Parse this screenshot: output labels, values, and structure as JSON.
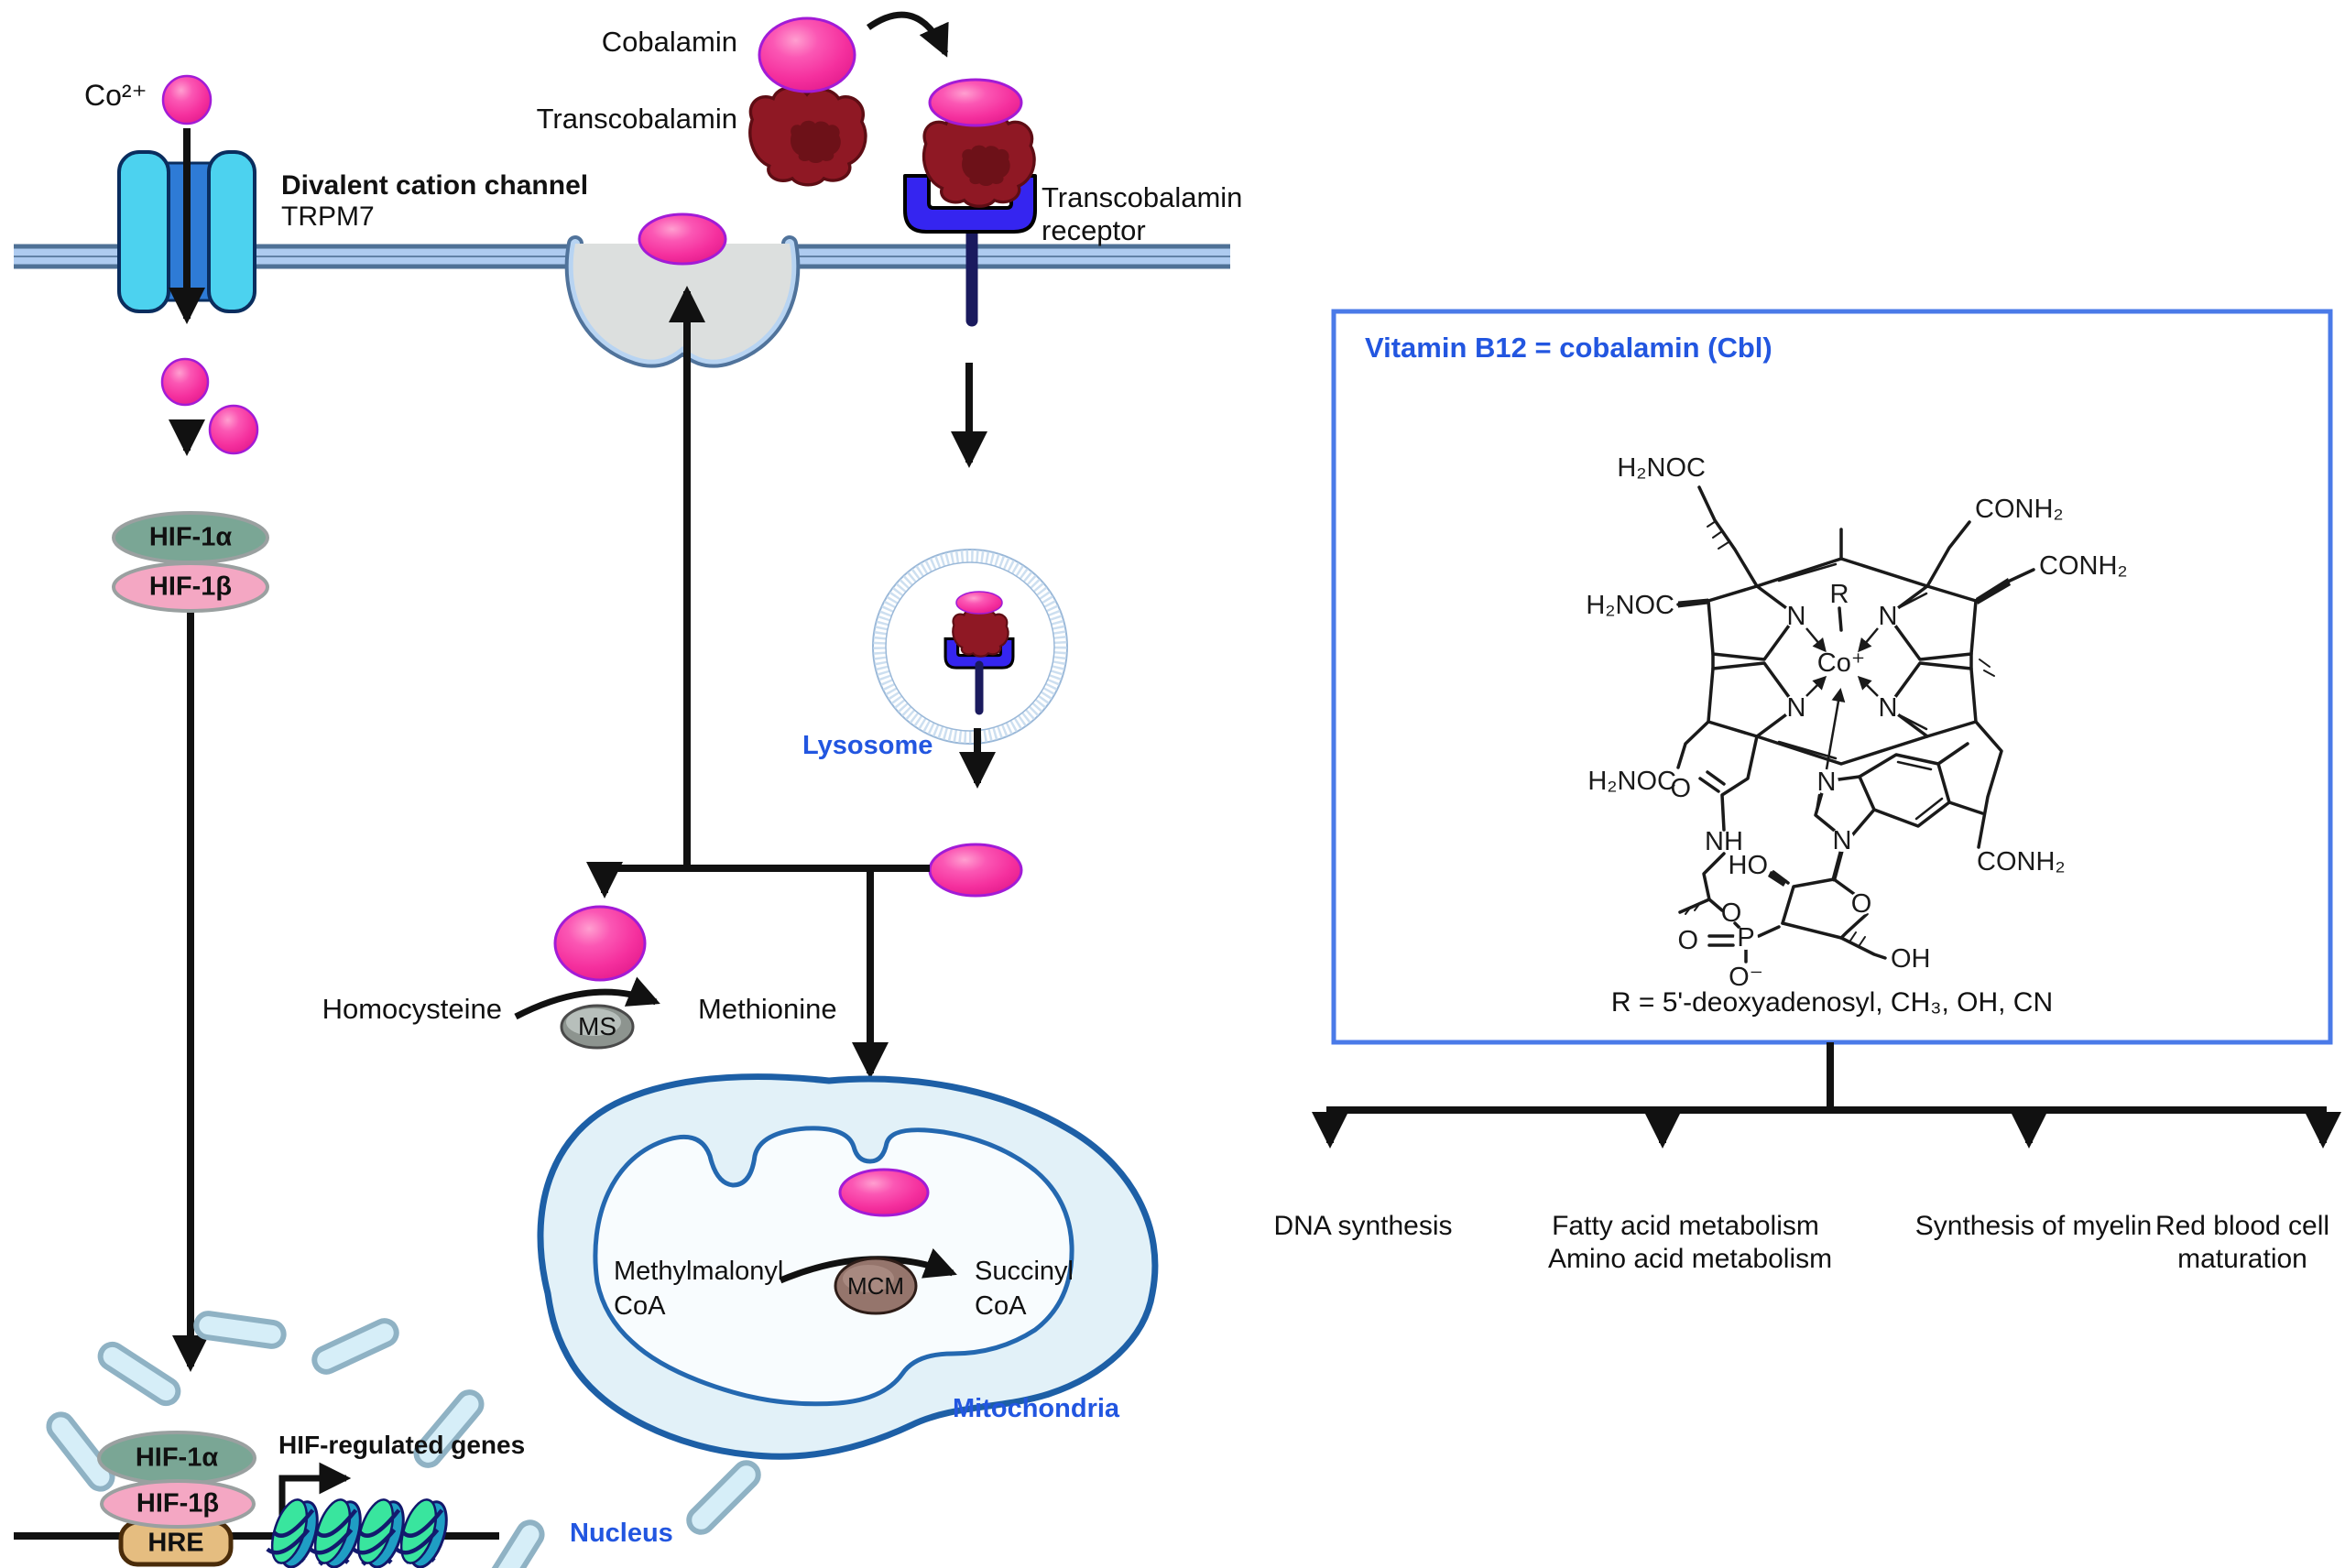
{
  "cell": {
    "co_ion_label": "Co²⁺",
    "channel_label_bold": "Divalent cation channel",
    "channel_label_sub": "TRPM7",
    "cobalamin_label": "Cobalamin",
    "transcobalamin_label": "Transcobalamin",
    "receptor_label_line1": "Transcobalamin",
    "receptor_label_line2": "receptor",
    "lysosome_label": "Lysosome",
    "homocysteine_label": "Homocysteine",
    "methionine_label": "Methionine",
    "ms_enzyme": "MS",
    "mcm_enzyme": "MCM",
    "methylmalonyl_line1": "Methylmalonyl",
    "methylmalonyl_line2": "CoA",
    "succinyl_line1": "Succinyl",
    "succinyl_line2": "CoA",
    "mitochondria_label": "Mitochondria",
    "nucleus_label": "Nucleus",
    "hif1a": "HIF-1α",
    "hif1b": "HIF-1β",
    "hre": "HRE",
    "hif_genes_label": "HIF-regulated genes"
  },
  "b12_panel": {
    "title": "Vitamin B12 = cobalamin (Cbl)",
    "caption": "R = 5'-deoxyadenosyl, CH₃, OH, CN",
    "atoms": {
      "r": "R",
      "co": "Co⁺",
      "n": "N",
      "nh": "NH",
      "ho": "HO",
      "oh": "OH",
      "o": "O",
      "o_minus": "O⁻",
      "p": "P",
      "h2noc": "H₂NOC",
      "conh2": "CONH₂"
    },
    "outcomes": [
      {
        "lines": [
          "DNA synthesis",
          ""
        ]
      },
      {
        "lines": [
          "Fatty acid metabolism",
          "Amino acid metabolism"
        ]
      },
      {
        "lines": [
          "Synthesis of myelin",
          ""
        ]
      },
      {
        "lines": [
          "Red blood cell",
          "maturation"
        ]
      }
    ]
  },
  "colors": {
    "accent_blue_text": "#2256e0",
    "panel_border": "#4a7ae8",
    "membrane_fill": "#aecbf0",
    "membrane_edge": "#4f7196",
    "channel_body": "#4cd2ef",
    "channel_pore": "#2e7bd6",
    "cobalamin_pink": "#f5309e",
    "cobalamin_outline": "#a21bd6",
    "transcobalamin_red": "#8f1824",
    "receptor_blue": "#3525f0",
    "receptor_stem_navy": "#1a1a5e",
    "lysosome_ring": "#cddff0",
    "pit_gray": "#dcdfde",
    "hif1a_green": "#7aa695",
    "hif1b_pink": "#f4a7c3",
    "hre_tan": "#e5bd80",
    "ms_gray": "#a7b0ac",
    "mcm_brown": "#95756c",
    "mito_border": "#1d5fa6",
    "mito_fill": "#e2f1f8",
    "nucleosome_green": "#39e59e",
    "nucleosome_teal": "#1f9ec4",
    "arrow_black": "#111111"
  }
}
